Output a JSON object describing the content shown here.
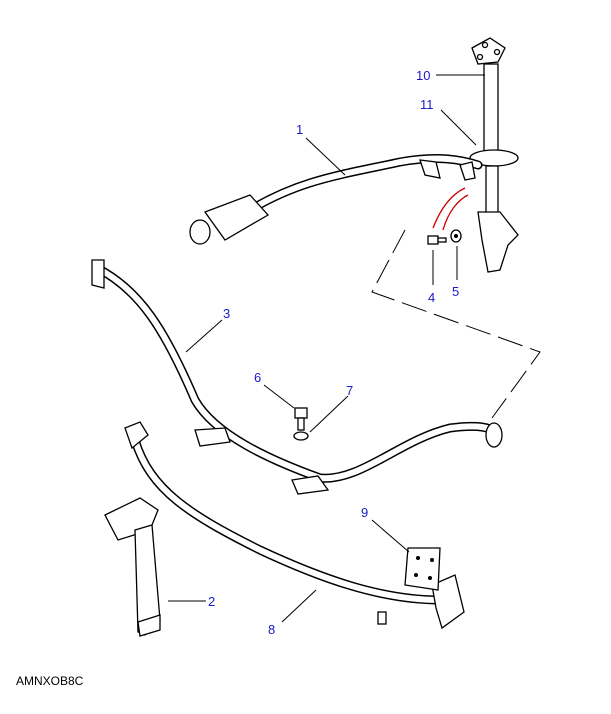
{
  "diagram_code": "AMNXOB8C",
  "callouts": [
    {
      "id": "1",
      "label": "1"
    },
    {
      "id": "2",
      "label": "2"
    },
    {
      "id": "3",
      "label": "3"
    },
    {
      "id": "4",
      "label": "4"
    },
    {
      "id": "5",
      "label": "5"
    },
    {
      "id": "6",
      "label": "6"
    },
    {
      "id": "7",
      "label": "7"
    },
    {
      "id": "8",
      "label": "8"
    },
    {
      "id": "9",
      "label": "9"
    },
    {
      "id": "10",
      "label": "10"
    },
    {
      "id": "11",
      "label": "11"
    }
  ],
  "colors": {
    "callout": "#1a1acc",
    "line": "#000000",
    "highlight": "#cc0000"
  }
}
